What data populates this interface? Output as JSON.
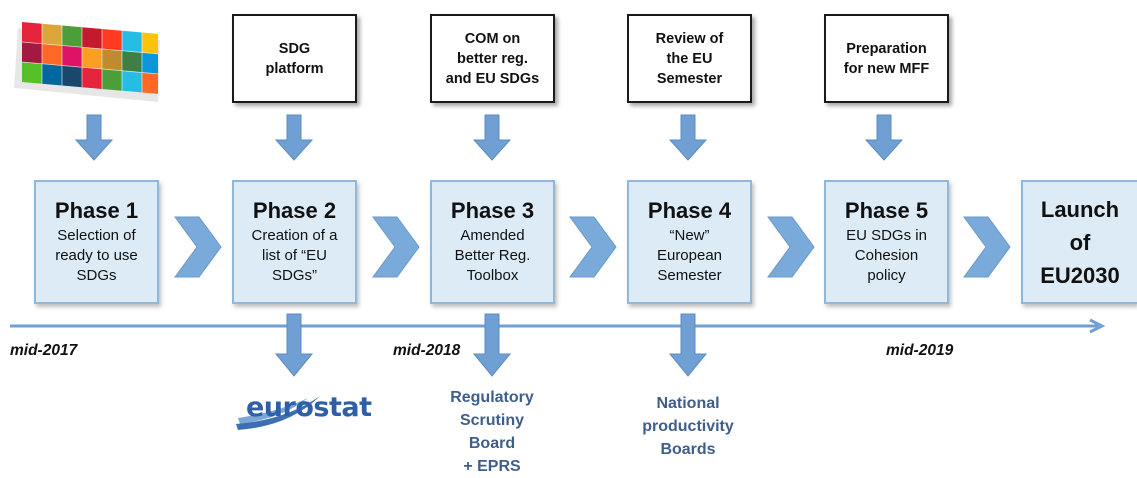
{
  "top_boxes": [
    {
      "text": "SDG\nplatform"
    },
    {
      "text": "COM on\nbetter reg.\nand EU SDGs"
    },
    {
      "text": "Review of\nthe EU\nSemester"
    },
    {
      "text": "Preparation\nfor new MFF"
    }
  ],
  "phases": [
    {
      "title": "Phase 1",
      "desc": "Selection  of\nready to use\nSDGs"
    },
    {
      "title": "Phase 2",
      "desc": "Creation of a\nlist of “EU\nSDGs”"
    },
    {
      "title": "Phase 3",
      "desc": "Amended\nBetter Reg.\nToolbox"
    },
    {
      "title": "Phase 4",
      "desc": "“New”\nEuropean\nSemester"
    },
    {
      "title": "Phase 5",
      "desc": "EU SDGs in\nCohesion\npolicy"
    }
  ],
  "launch": "Launch\nof\nEU2030",
  "timeline": {
    "dates": [
      "mid-2017",
      "mid-2018",
      "mid-2019"
    ]
  },
  "bottom": {
    "eurostat_logo": "eurostat",
    "regulatory": "Regulatory\nScrutiny\nBoard\n+ EPRS",
    "national": "National\nproductivity\nBoards"
  },
  "colors": {
    "arrow_fill": "#6f9fd3",
    "phase_fill": "#dcebf6",
    "phase_border": "#8fb8da",
    "timeline": "#6f9fd3",
    "label_blue": "#3e5f8a"
  }
}
